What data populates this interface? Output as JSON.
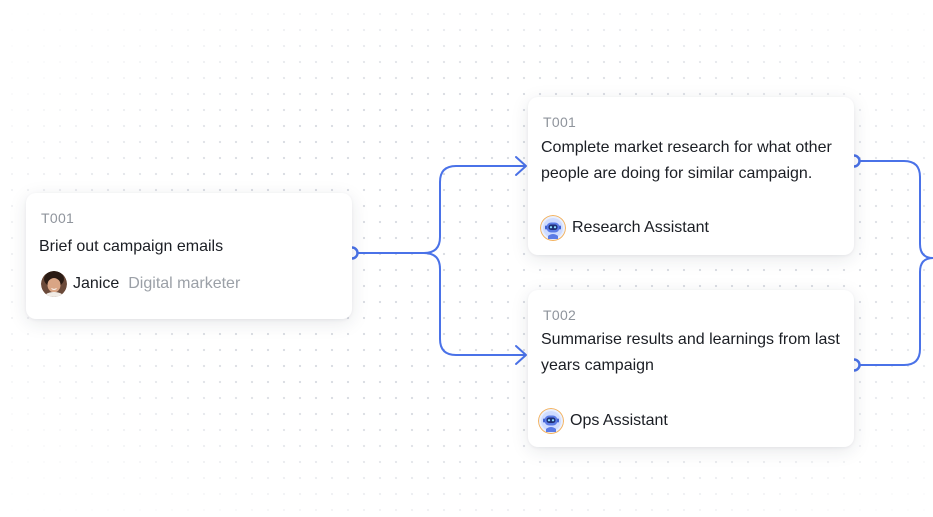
{
  "colors": {
    "connector": "#4a72e8",
    "handle_fill": "#ffffff",
    "text": "#1b1e24",
    "muted": "#8f949c"
  },
  "nodes": [
    {
      "id": "T001",
      "title": "Brief out campaign emails",
      "assignee": {
        "name": "Janice",
        "role": "Digital marketer",
        "avatar": "person-avatar"
      }
    },
    {
      "id": "T001",
      "title": "Complete market research for what other people are doing for similar campaign.",
      "assignee": {
        "name": "Research Assistant",
        "avatar": "robot-avatar"
      }
    },
    {
      "id": "T002",
      "title": "Summarise results and learnings from last years campaign",
      "assignee": {
        "name": "Ops Assistant",
        "avatar": "robot-avatar"
      }
    }
  ],
  "edges": [
    {
      "from": 0,
      "to": 1
    },
    {
      "from": 0,
      "to": 2
    },
    {
      "from": 1,
      "to": "next"
    },
    {
      "from": 2,
      "to": "next"
    }
  ]
}
